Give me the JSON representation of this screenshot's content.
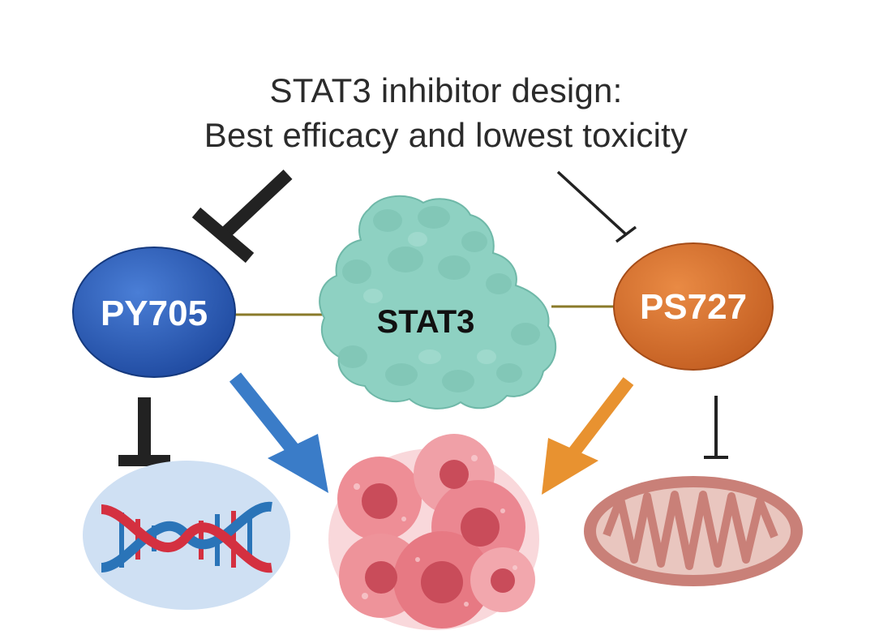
{
  "title": {
    "line1": "STAT3 inhibitor design:",
    "line2": "Best efficacy and lowest toxicity"
  },
  "nodes": {
    "py705": {
      "label": "PY705",
      "color": "#2f5fb8"
    },
    "stat3": {
      "label": "STAT3",
      "color": "#8ed1c2"
    },
    "ps727": {
      "label": "PS727",
      "color": "#d9732f"
    }
  },
  "colors": {
    "inhibit": "#222222",
    "link": "#8a7a2a",
    "blue_arrow": "#3a7cc8",
    "orange_arrow": "#e89230",
    "cancer_cells": "#e9828a",
    "dna_bg": "#cfe0f3",
    "mitochondrion": "#c98078"
  },
  "icons": [
    "dna-icon",
    "cancer-cells-icon",
    "mitochondrion-icon",
    "stat3-protein-icon"
  ]
}
